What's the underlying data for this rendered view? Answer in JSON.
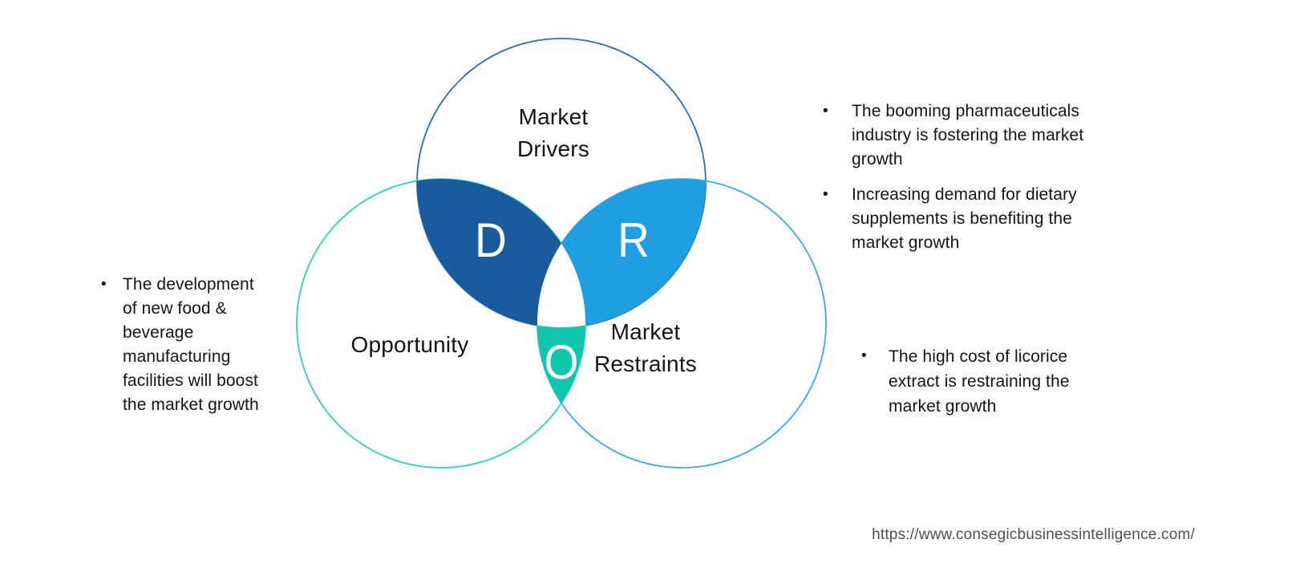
{
  "diagram": {
    "drivers": {
      "label_lines": [
        "Market",
        "Drivers"
      ],
      "letter": "D",
      "outline_color": "#2e6cb5",
      "lens_color": "#1a5a9e"
    },
    "restraints": {
      "label_lines": [
        "Market",
        "Restraints"
      ],
      "letter": "R",
      "outline_color": "#3fa9e1",
      "lens_color": "#1f9fe1"
    },
    "opportunity": {
      "label_lines": [
        "Opportunity"
      ],
      "letter": "O",
      "outline_color": "#2ed3bd",
      "lens_color": "#0ec7ad"
    },
    "center_fill": "#ffffff"
  },
  "notes": {
    "opportunity_side": [
      {
        "bullet": "•",
        "lines": [
          "The development",
          "of new food &",
          "beverage",
          "manufacturing",
          "facilities will boost",
          "the market growth"
        ]
      }
    ],
    "drivers_side": [
      {
        "bullet": "•",
        "lines": [
          "The booming pharmaceuticals",
          "industry is fostering the market",
          "growth"
        ]
      },
      {
        "bullet": "•",
        "lines": [
          "Increasing demand for dietary",
          "supplements is benefiting the",
          "market growth"
        ]
      }
    ],
    "restraints_side": [
      {
        "bullet": "•",
        "lines": [
          "The high cost of licorice",
          "extract is restraining the",
          "market growth"
        ]
      }
    ]
  },
  "footer": {
    "url": "https://www.consegicbusinessintelligence.com/"
  }
}
